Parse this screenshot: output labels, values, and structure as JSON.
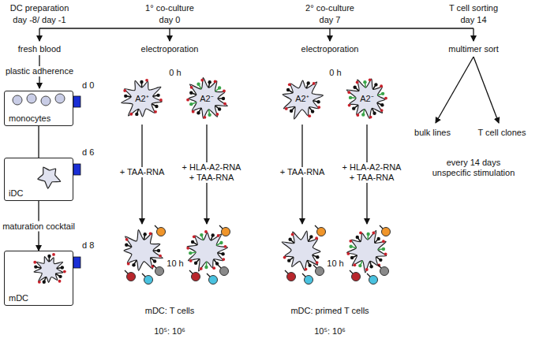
{
  "diagram": {
    "nodes": [
      {
        "text": [
          "monocytes",
          "d 0"
        ]
      },
      {
        "text": [
          "iDC",
          "d 6"
        ]
      },
      {
        "text": [
          "mDC",
          "d 8"
        ]
      },
      {
        "text": [
          "A2⁺"
        ]
      },
      {
        "text": [
          "A2⁻"
        ]
      },
      {
        "text": [
          "A2⁺"
        ]
      },
      {
        "text": [
          "A2⁻"
        ]
      }
    ],
    "edges": [
      {
        "from": 0,
        "to": 1,
        "arrow": "none"
      },
      {
        "from": 1,
        "to": 2,
        "label": "maturation cocktail",
        "arrow": "to"
      }
    ],
    "labels": [
      "DC preparation",
      "day -8/ day -1",
      "1° co-culture",
      "day 0",
      "2° co-culture",
      "day 7",
      "T cell sorting",
      "day 14",
      "fresh blood",
      "plastic adherence",
      "electroporation",
      "0 h",
      "+ TAA-RNA",
      "+ HLA-A2-RNA + TAA-RNA",
      "10 h",
      "mDC: T cells",
      "10⁵: 10⁶",
      "electroporation",
      "0 h",
      "+ TAA-RNA",
      "+ HLA-A2-RNA + TAA-RNA",
      "10 h",
      "mDC: primed T cells",
      "10⁵: 10⁶",
      "multimer sort",
      "bulk lines",
      "T cell clones",
      "every 14 days unspecific stimulation"
    ]
  }
}
